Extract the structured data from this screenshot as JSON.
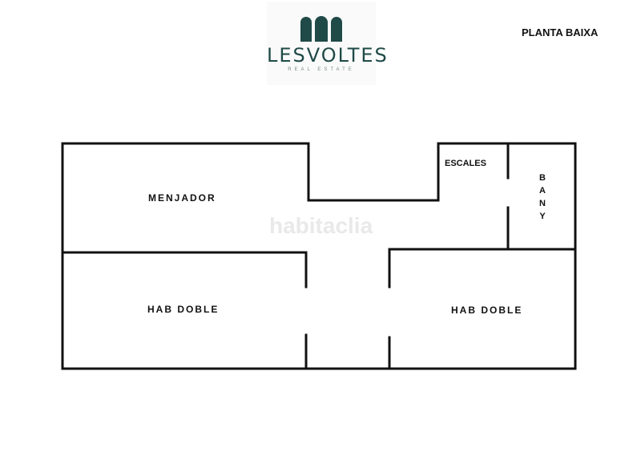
{
  "brand": {
    "name": "LESVOLTES",
    "tagline": "REAL ESTATE",
    "logo_color": "#1f4a47"
  },
  "page_title": "PLANTA BAIXA",
  "watermark": "habitaclia",
  "rooms": {
    "menjador": "MENJADOR",
    "hab_doble_left": "HAB DOBLE",
    "hab_doble_right": "HAB DOBLE",
    "escales": "ESCALES",
    "bany": "BANY"
  },
  "wall_color": "#111111"
}
